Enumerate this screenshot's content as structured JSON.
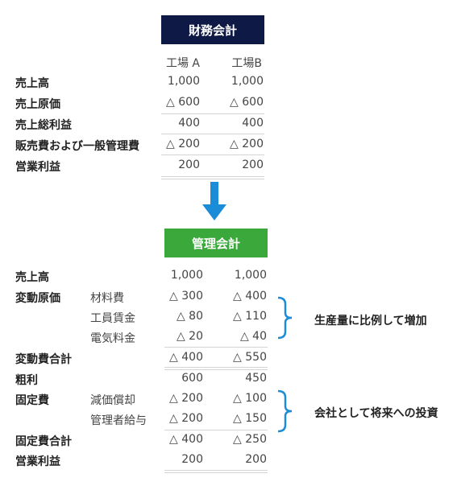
{
  "top": {
    "title": "財務会計",
    "title_color": "#0e1a45",
    "col_a": "工場 A",
    "col_b": "工場B",
    "rows": [
      {
        "label": "売上高",
        "a": "1,000",
        "b": "1,000"
      },
      {
        "label": "売上原価",
        "a": "△ 600",
        "b": "△ 600"
      },
      {
        "label": "売上総利益",
        "a": "400",
        "b": "400"
      },
      {
        "label": "販売費および一般管理費",
        "a": "△ 200",
        "b": "△ 200"
      },
      {
        "label": "営業利益",
        "a": "200",
        "b": "200"
      }
    ]
  },
  "arrow_color": "#1a8cd8",
  "arrow_icon": "down-arrow-icon",
  "bottom": {
    "title": "管理会計",
    "title_color": "#3aa83a",
    "rows": [
      {
        "label": "売上高",
        "sub": "",
        "a": "1,000",
        "b": "1,000"
      },
      {
        "label": "変動原価",
        "sub": "材料費",
        "a": "△ 300",
        "b": "△ 400"
      },
      {
        "label": "",
        "sub": "工員賃金",
        "a": "△ 80",
        "b": "△ 110"
      },
      {
        "label": "",
        "sub": "電気料金",
        "a": "△ 20",
        "b": "△ 40"
      },
      {
        "label": "変動費合計",
        "sub": "",
        "a": "△ 400",
        "b": "△ 550"
      },
      {
        "label": "粗利",
        "sub": "",
        "a": "600",
        "b": "450"
      },
      {
        "label": "固定費",
        "sub": "減価償却",
        "a": "△ 200",
        "b": "△ 100"
      },
      {
        "label": "",
        "sub": "管理者給与",
        "a": "△ 200",
        "b": "△ 150"
      },
      {
        "label": "固定費合計",
        "sub": "",
        "a": "△ 400",
        "b": "△ 250"
      },
      {
        "label": "営業利益",
        "sub": "",
        "a": "200",
        "b": "200"
      }
    ],
    "notes": [
      {
        "text": "生産量に比例して増加"
      },
      {
        "text": "会社として将来への投資"
      }
    ],
    "bracket_color": "#1a8cd8"
  }
}
